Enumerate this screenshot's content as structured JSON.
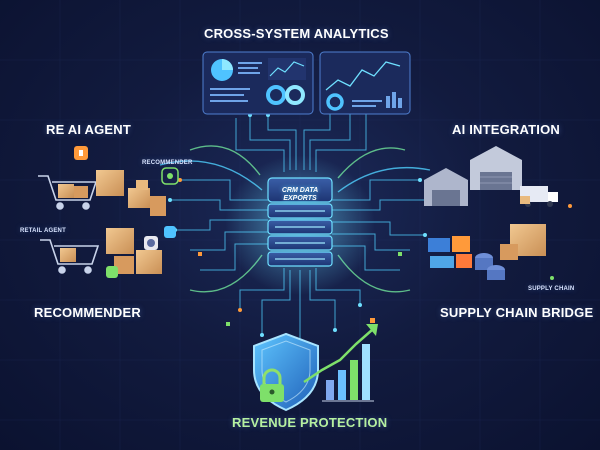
{
  "labels": {
    "top": "CROSS-SYSTEM ANALYTICS",
    "left_top": "RE AI AGENT",
    "right_top": "AI INTEGRATION",
    "left_bottom": "RECOMMENDER",
    "right_bottom": "SUPPLY CHAIN BRIDGE",
    "bottom": "REVENUE PROTECTION",
    "small_recommender": "RECOMMENDER",
    "small_retail_agent": "RETAIL AGENT",
    "small_supply_chain": "SUPPLY CHAIN",
    "server_line1": "CRM DATA",
    "server_line2": "EXPORTS"
  },
  "icons": [
    "pie-chart-icon",
    "line-chart-icon",
    "donut-chart-icon",
    "bar-chart-icon",
    "shopping-cart-icon",
    "package-box-icon",
    "database-server-icon",
    "warehouse-icon",
    "delivery-truck-icon",
    "shipping-container-icon",
    "barrel-icon",
    "shield-icon",
    "padlock-icon",
    "growth-arrow-icon",
    "thumbs-up-icon",
    "heart-icon"
  ],
  "colors": {
    "background": "#121b3f",
    "circuit": "#4fd0ff",
    "accent_green": "#7ee06a",
    "accent_orange": "#ff9a3a",
    "box_tan": "#e0b07a",
    "server_glow": "#5fd0ff"
  }
}
